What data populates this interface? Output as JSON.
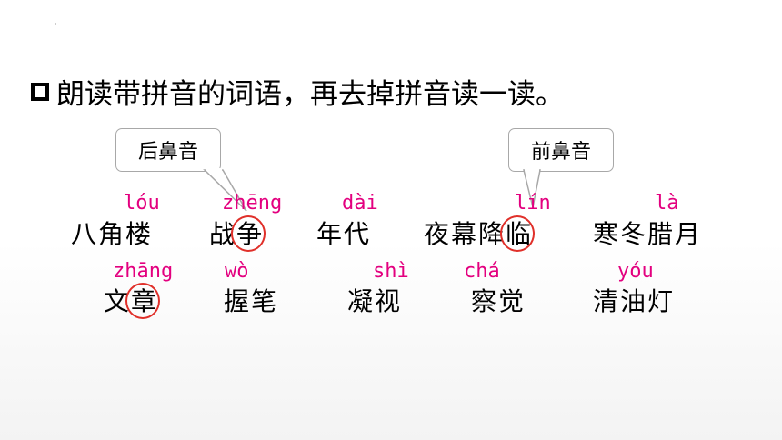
{
  "instruction": "朗读带拼音的词语，再去掉拼音读一读。",
  "bubbles": {
    "back_nasal": "后鼻音",
    "front_nasal": "前鼻音"
  },
  "row1": {
    "pinyin": [
      "lóu",
      "zhēng",
      "dài",
      "lín",
      "là"
    ],
    "words": [
      "八角楼",
      "战",
      "争",
      "年代",
      "夜幕降",
      "临",
      "寒冬腊月"
    ]
  },
  "row2": {
    "pinyin": [
      "zhāng",
      "wò",
      "shì",
      "chá",
      "yóu"
    ],
    "words": [
      "文",
      "章",
      "握笔",
      "凝视",
      "察觉",
      "清油灯"
    ]
  },
  "colors": {
    "pinyin": "#e3007f",
    "circle": "#e0302a",
    "bubble_border": "#a8a8a8"
  }
}
